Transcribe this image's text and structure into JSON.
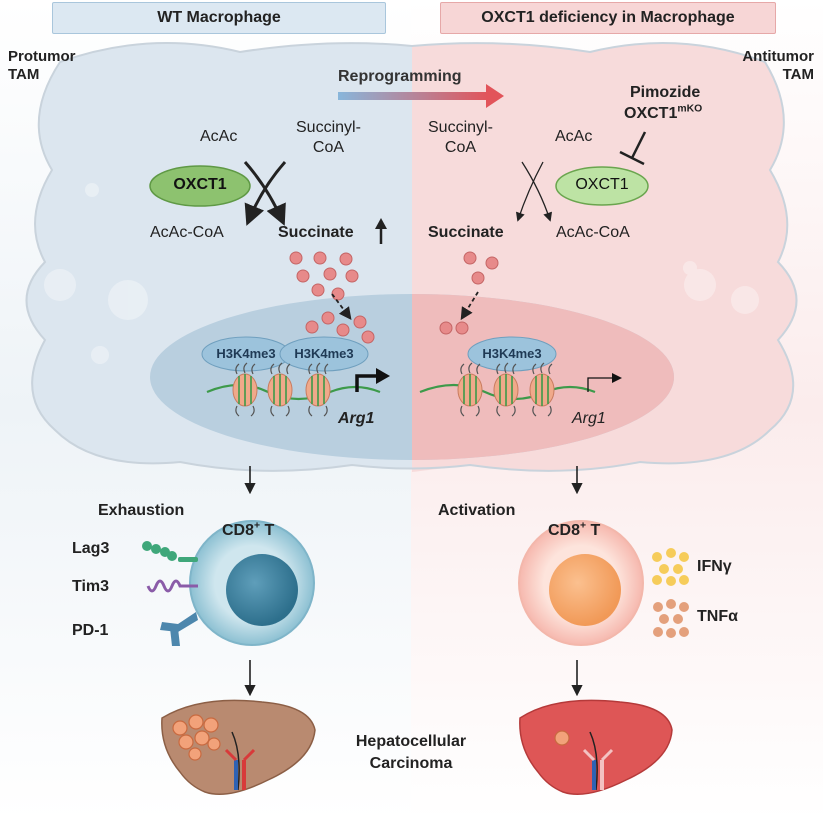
{
  "left_header": "WT Macrophage",
  "right_header": "OXCT1 deficiency in Macrophage",
  "left_tam": [
    "Protumor",
    "TAM"
  ],
  "right_tam": [
    "Antitumor",
    "TAM"
  ],
  "reprogramming": "Reprogramming",
  "inhibitors": {
    "line1": "Pimozide",
    "line2_base": "OXCT1",
    "line2_sup": "mKO"
  },
  "left_metab": {
    "acac": "AcAc",
    "succinyl": [
      "Succinyl-",
      "CoA"
    ],
    "enzyme": "OXCT1",
    "acac_coa": "AcAc-CoA",
    "succinate": "Succinate",
    "arrow_up": "↑"
  },
  "right_metab": {
    "acac": "AcAc",
    "succinyl": [
      "Succinyl-",
      "CoA"
    ],
    "enzyme": "OXCT1",
    "acac_coa": "AcAc-CoA",
    "succinate": "Succinate"
  },
  "nucleus": {
    "h3k4me3": "H3K4me3",
    "gene": "Arg1"
  },
  "left_tcell": {
    "state": "Exhaustion",
    "cell_base": "CD8",
    "cell_sup": "+",
    "cell_tail": " T",
    "markers": [
      "Lag3",
      "Tim3",
      "PD-1"
    ]
  },
  "right_tcell": {
    "state": "Activation",
    "cell_base": "CD8",
    "cell_sup": "+",
    "cell_tail": " T",
    "cytokines": [
      "IFNγ",
      "TNFα"
    ]
  },
  "outcome": [
    "Hepatocellular",
    "Carcinoma"
  ],
  "colors": {
    "wt_bg": "#dce6ef",
    "ko_bg": "#f7dbdb",
    "oxct1": "#8dc26f",
    "h3k4me3": "#9cc3dc",
    "left_nucleus": "#b9cfdf",
    "right_nucleus": "#efbcbc",
    "tcell_left": "#7fb5c9",
    "tcell_right": "#f3ad82",
    "liver_left": "#b98a70",
    "liver_right": "#de5656"
  }
}
